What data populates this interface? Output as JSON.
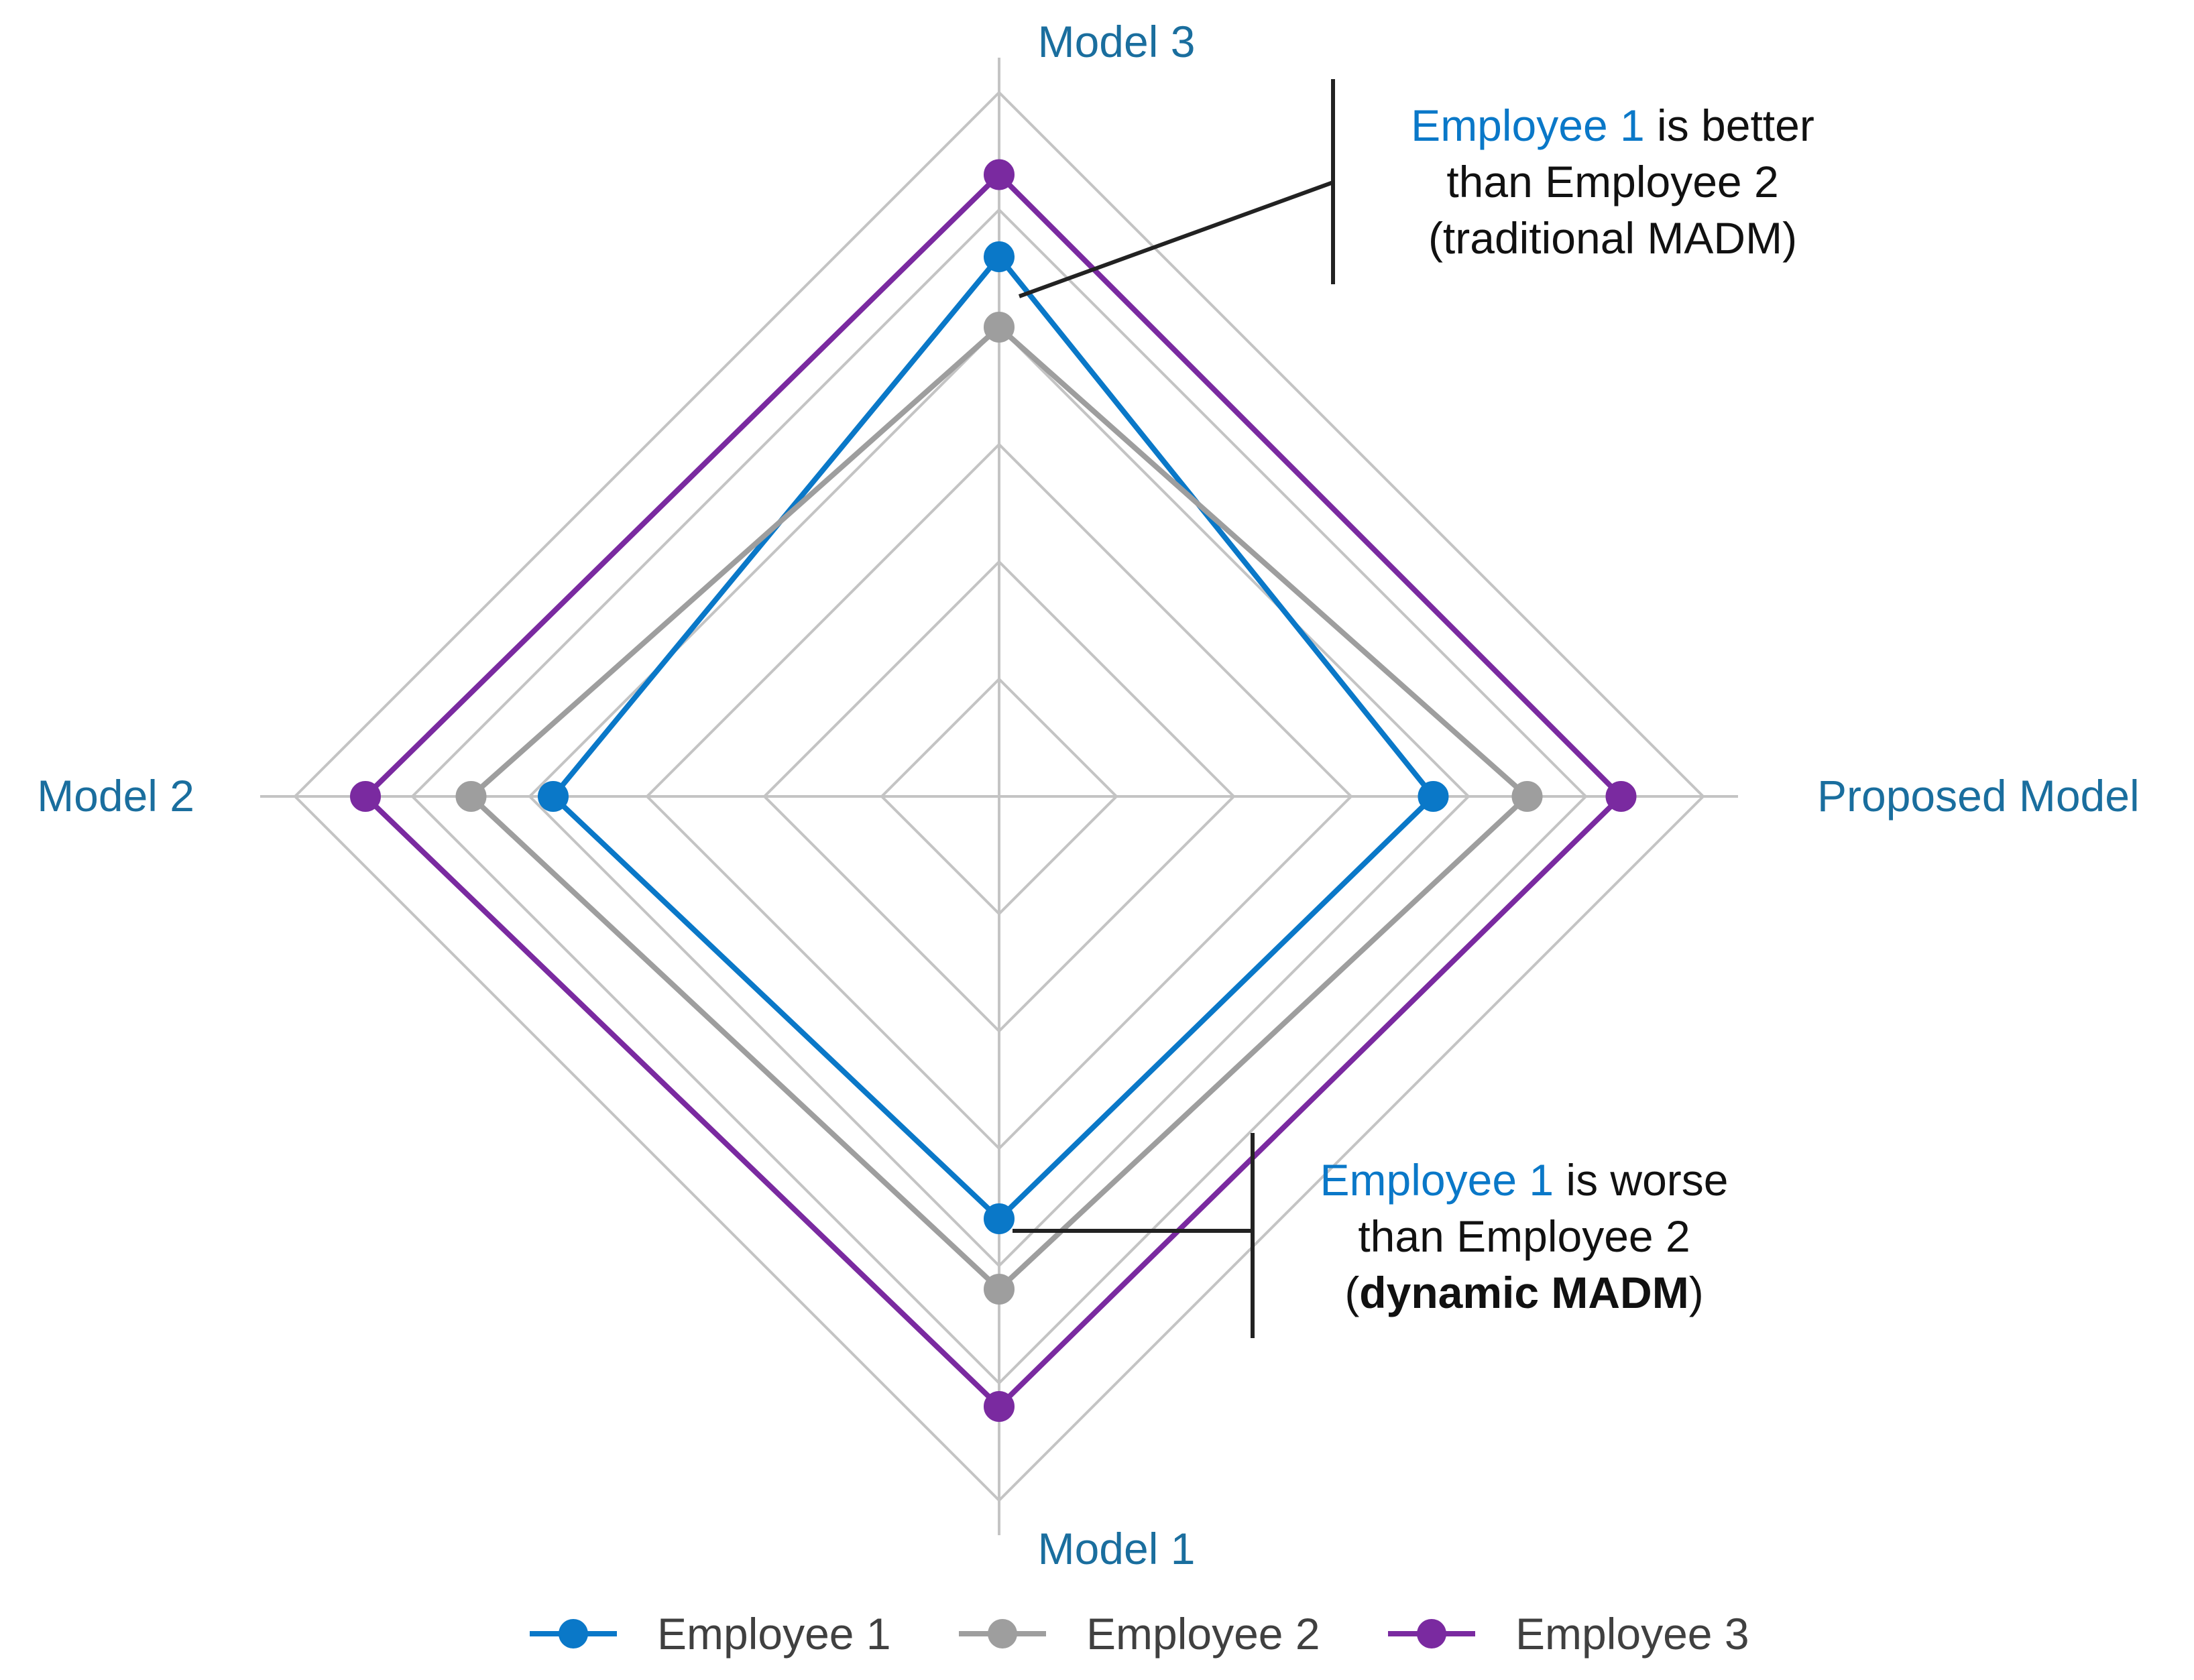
{
  "chart_data": {
    "type": "radar",
    "axes": [
      "Proposed Model",
      "Model 3",
      "Model 2",
      "Model 1"
    ],
    "rlim": [
      0,
      6
    ],
    "grid_levels": [
      1,
      2,
      3,
      4,
      5,
      6
    ],
    "series": [
      {
        "name": "Employee 1",
        "color": "#0a78c8",
        "values": [
          3.7,
          4.6,
          3.8,
          3.6
        ]
      },
      {
        "name": "Employee 2",
        "color": "#9e9e9e",
        "values": [
          4.5,
          4.0,
          4.5,
          4.2
        ]
      },
      {
        "name": "Employee 3",
        "color": "#7a2aa0",
        "values": [
          5.3,
          5.3,
          5.4,
          5.2
        ]
      }
    ],
    "legend": {
      "placement": "bottom"
    },
    "annotations": [
      {
        "id": "top",
        "lines": [
          [
            {
              "text": "Employee 1",
              "style": "blue"
            },
            {
              "text": " is better",
              "style": "plain"
            }
          ],
          [
            {
              "text": "than Employee 2",
              "style": "plain"
            }
          ],
          [
            {
              "text": "(traditional MADM)",
              "style": "plain"
            }
          ]
        ]
      },
      {
        "id": "bottom",
        "lines": [
          [
            {
              "text": "Employee 1",
              "style": "blue"
            },
            {
              "text": " is worse",
              "style": "plain"
            }
          ],
          [
            {
              "text": "than Employee 2",
              "style": "plain"
            }
          ],
          [
            {
              "text": "(",
              "style": "plain"
            },
            {
              "text": "dynamic MADM",
              "style": "bold"
            },
            {
              "text": ")",
              "style": "plain"
            }
          ]
        ]
      }
    ]
  }
}
